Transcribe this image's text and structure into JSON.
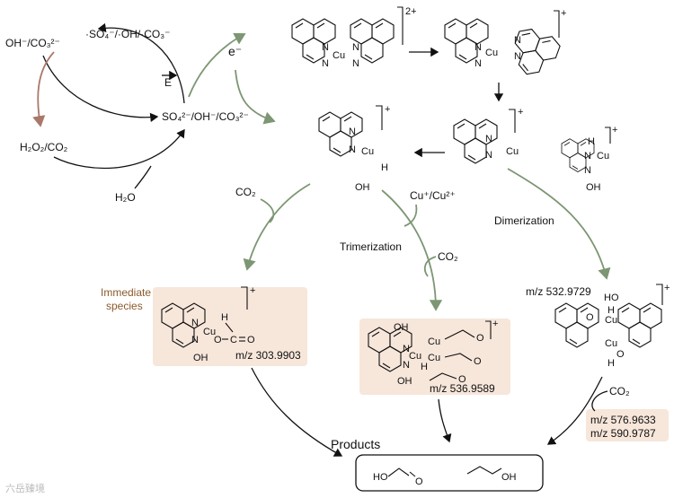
{
  "cycle": {
    "oh_co3": "OH⁻/CO₃²⁻",
    "radicals": "·SO₄⁻/·OH/·CO₃⁻",
    "e_field": "E",
    "h2o2_co2": "H₂O₂/CO₂",
    "so4_oh_co3": "SO₄²⁻/OH⁻/CO₃²⁻",
    "h2o": "H₂O",
    "electron": "e⁻"
  },
  "complexes": {
    "top_left_charge": "2+",
    "top_right_charge": "+",
    "mid_left_charge": "+",
    "mid_right_charge": "+",
    "dimer_small_charge": "+",
    "immediate_charge": "+",
    "trimer_charge": "+",
    "dimer_charge": "+"
  },
  "labels": {
    "co2_left": "CO₂",
    "cu_ratio": "Cu⁺/Cu²⁺",
    "dimerization": "Dimerization",
    "trimerization": "Trimerization",
    "co2_mid": "CO₂",
    "co2_right": "CO₂",
    "immediate_species_1": "Immediate",
    "immediate_species_2": "species",
    "mz_immediate": "m/z 303.9903",
    "mz_trimer": "m/z 536.9589",
    "mz_dimer": "m/z 532.9729",
    "mz_final_1": "m/z 576.9633",
    "mz_final_2": "m/z 590.9787",
    "products": "Products",
    "watermark": "六岳臻境"
  },
  "atoms": {
    "cu": "Cu",
    "n": "N",
    "h": "H",
    "o": "O",
    "oh": "OH",
    "ho": "HO",
    "c": "C"
  }
}
